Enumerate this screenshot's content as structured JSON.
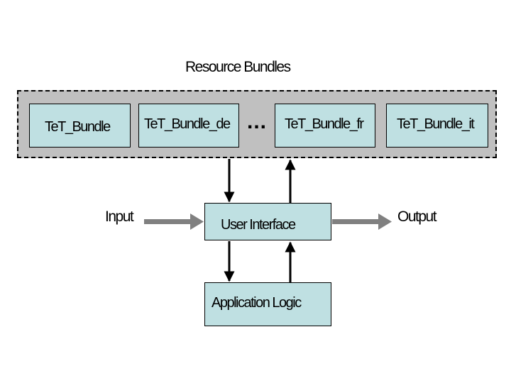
{
  "title": "Resource Bundles",
  "bundles": [
    "TeT_Bundle",
    "TeT_Bundle_de",
    "TeT_Bundle_fr",
    "TeT_Bundle_it"
  ],
  "ellipsis": "...",
  "ui_label": "User Interface",
  "logic_label": "Application Logic",
  "input_label": "Input",
  "output_label": "Output",
  "colors": {
    "box_fill": "#bfe0e2",
    "group_fill": "#c0c0c0",
    "arrow_gray": "#808080"
  }
}
